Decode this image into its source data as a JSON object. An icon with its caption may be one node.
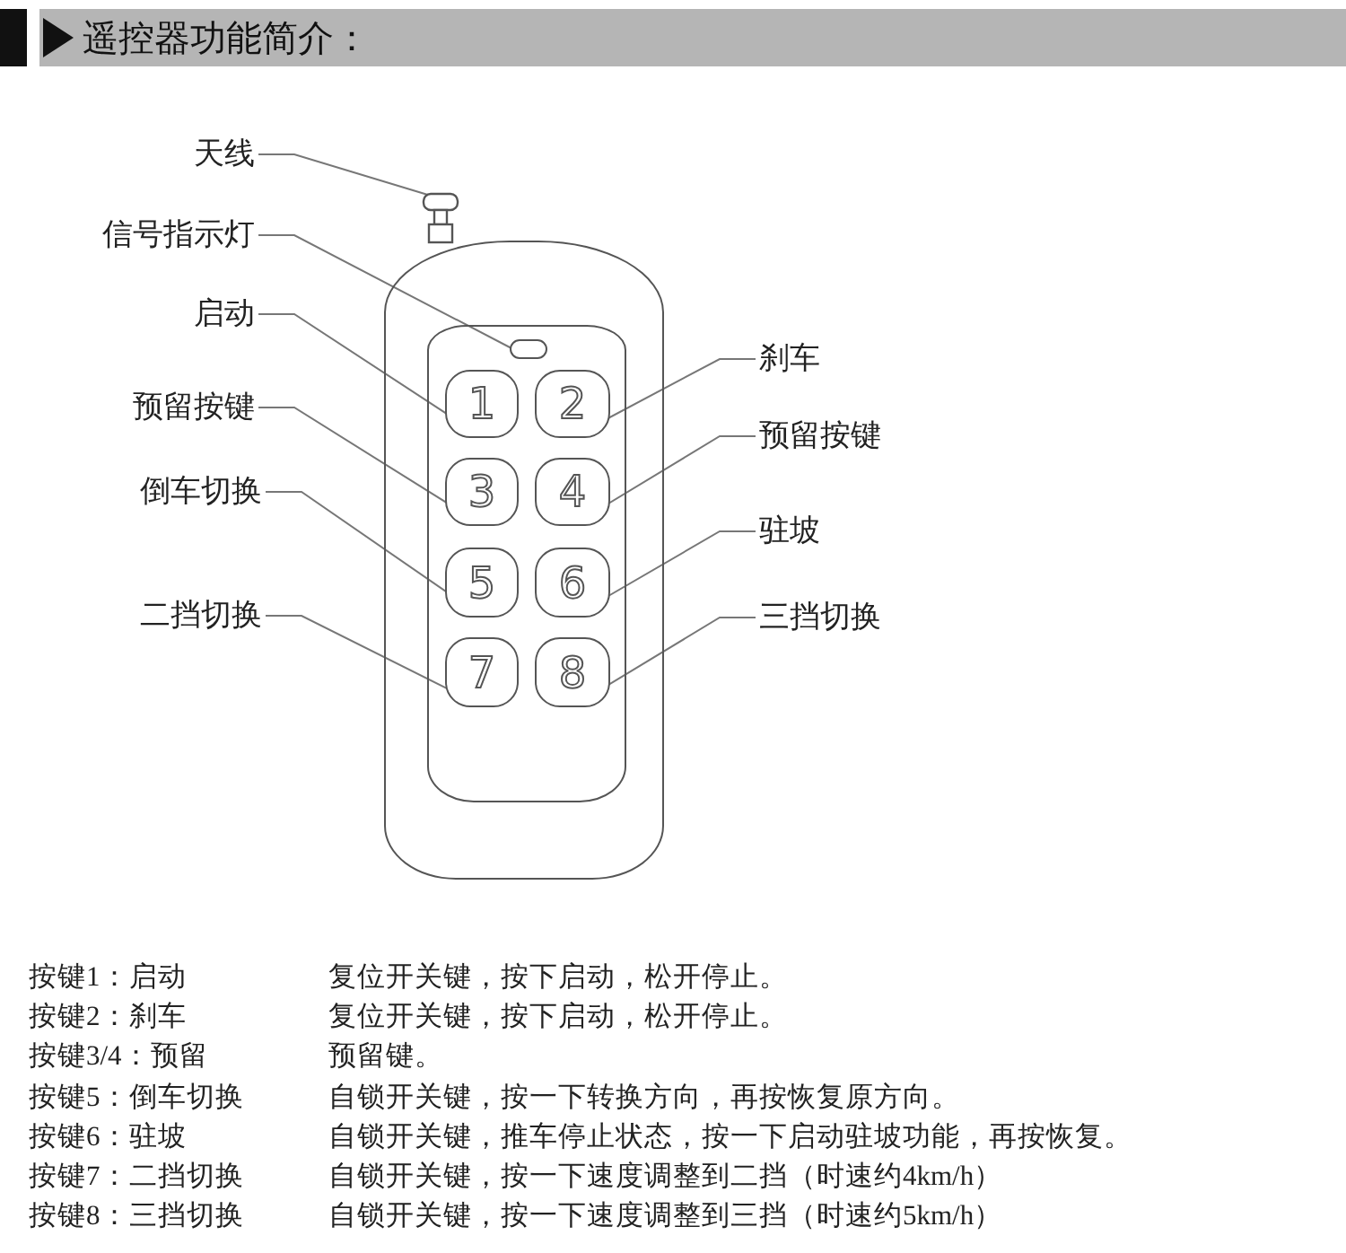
{
  "diagram": {
    "title": "遥控器功能简介：",
    "nodes": [
      {
        "text": [
          "天线"
        ]
      },
      {
        "text": [
          "信号指示灯"
        ]
      },
      {
        "text": [
          "启动"
        ]
      },
      {
        "text": [
          "预留按键"
        ]
      },
      {
        "text": [
          "倒车切换"
        ]
      },
      {
        "text": [
          "二挡切换"
        ]
      },
      {
        "text": [
          "刹车"
        ]
      },
      {
        "text": [
          "预留按键"
        ]
      },
      {
        "text": [
          "驻坡"
        ]
      },
      {
        "text": [
          "三挡切换"
        ]
      },
      {
        "text": [],
        "shape": "picture"
      },
      {
        "text": [],
        "shape": "box"
      },
      {
        "text": [],
        "shape": "box",
        "in": 11
      },
      {
        "text": [],
        "shape": "box",
        "in": 12
      },
      {
        "text": [
          "1"
        ],
        "in": 12
      },
      {
        "text": [
          "2"
        ],
        "in": 12
      },
      {
        "text": [
          "3"
        ],
        "in": 12
      },
      {
        "text": [
          "4"
        ],
        "in": 12
      },
      {
        "text": [
          "5"
        ],
        "in": 12
      },
      {
        "text": [
          "6"
        ],
        "in": 12
      },
      {
        "text": [
          "7"
        ],
        "in": 12
      },
      {
        "text": [
          "8"
        ],
        "in": 12
      }
    ],
    "edges": [
      {
        "from": 0,
        "to": 10,
        "arrow": "none"
      },
      {
        "from": 1,
        "to": 13,
        "arrow": "none"
      },
      {
        "from": 2,
        "to": 14,
        "arrow": "none"
      },
      {
        "from": 3,
        "to": 16,
        "arrow": "none"
      },
      {
        "from": 4,
        "to": 18,
        "arrow": "none"
      },
      {
        "from": 5,
        "to": 20,
        "arrow": "none"
      },
      {
        "from": 6,
        "to": 15,
        "arrow": "none"
      },
      {
        "from": 7,
        "to": 17,
        "arrow": "none"
      },
      {
        "from": 8,
        "to": 19,
        "arrow": "none"
      },
      {
        "from": 9,
        "to": 21,
        "arrow": "none"
      }
    ],
    "labels": [
      "按键1：启动",
      "复位开关键，按下启动，松开停止。",
      "按键2：刹车",
      "复位开关键，按下启动，松开停止。",
      "按键3/4：预留",
      "预留键。",
      "按键5：倒车切换",
      "自锁开关键，按一下转换方向，再按恢复原方向。",
      "按键6：驻坡",
      "自锁开关键，推车停止状态，按一下启动驻坡功能，再按恢复。",
      "按键7：二挡切换",
      "自锁开关键，按一下速度调整到二挡（时速约4km/h）",
      "按键8：三挡切换",
      "自锁开关键，按一下速度调整到三挡（时速约5km/h）"
    ]
  }
}
